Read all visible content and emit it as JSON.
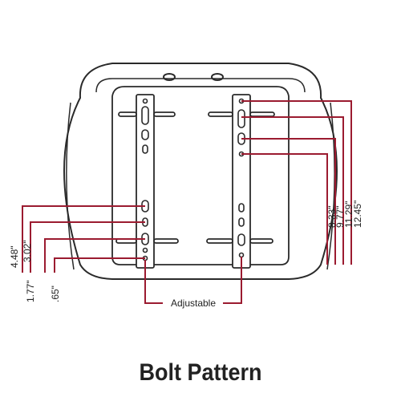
{
  "title": "Bolt Pattern",
  "colors": {
    "outline": "#2a2a2a",
    "dimension": "#9b1b30",
    "background": "#ffffff"
  },
  "dimensions": {
    "left": [
      "4.48\"",
      "3.02\"",
      "1.77\"",
      ".65\""
    ],
    "right": [
      "8.33\"",
      "9.77\"",
      "11.29\"",
      "12.45\""
    ],
    "adjustable": "Adjustable"
  }
}
